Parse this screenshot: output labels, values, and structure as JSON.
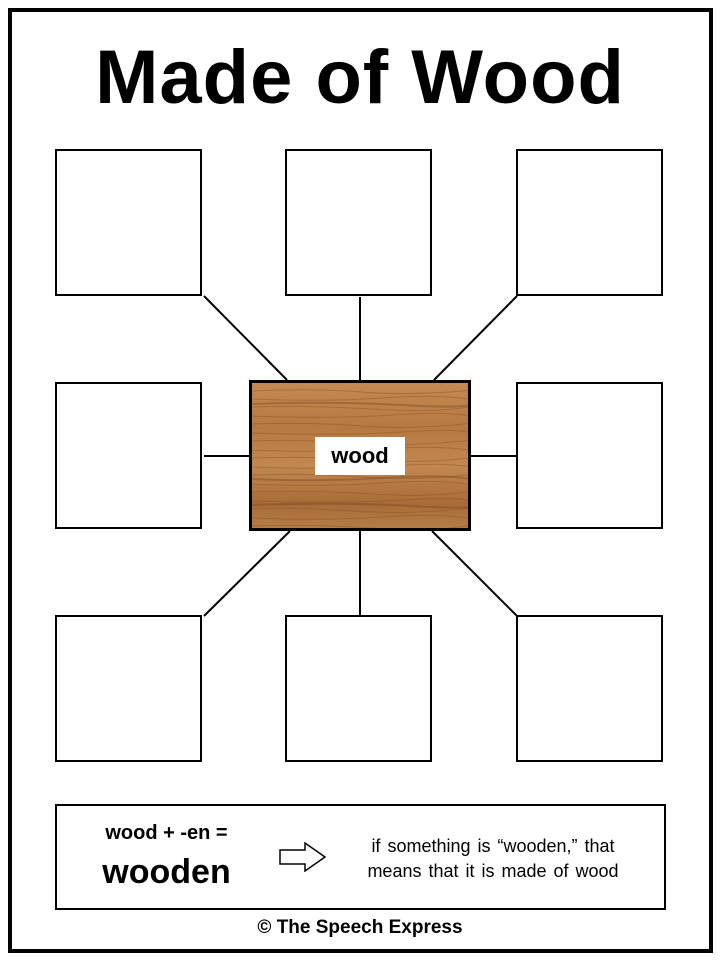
{
  "title": "Made of Wood",
  "center_label": "wood",
  "info": {
    "formula": "wood + -en =",
    "result": "wooden",
    "definition_line1": "if something is “wooden,” that",
    "definition_line2": "means that it is made of wood"
  },
  "footer": "© The Speech Express",
  "colors": {
    "wood_base": "#b47a45",
    "wood_grain": "#8a5128",
    "border": "#000000"
  }
}
